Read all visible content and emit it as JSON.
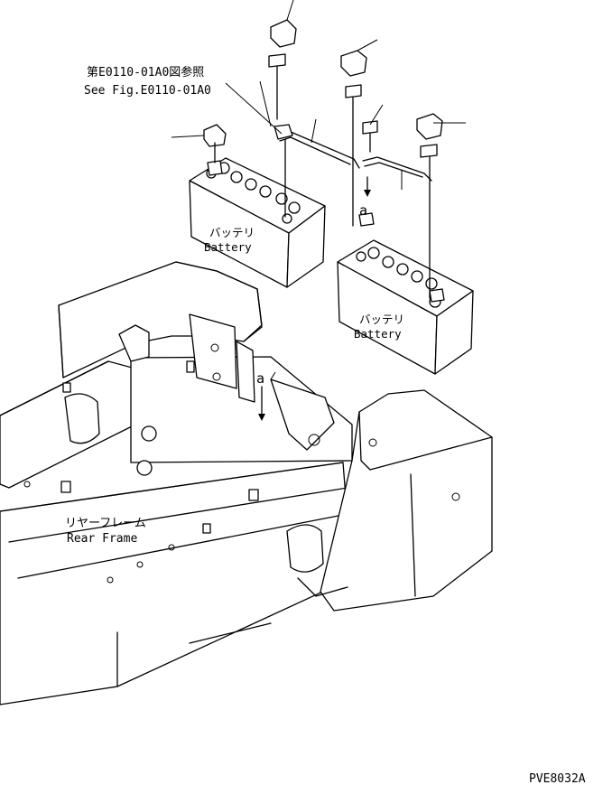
{
  "labels": {
    "ref_jp": "第E0110-01A0図参照",
    "ref_en": "See Fig.E0110-01A0",
    "battery_left_jp": "バッテリ",
    "battery_left_en": "Battery",
    "battery_right_jp": "バッテリ",
    "battery_right_en": "Battery",
    "frame_jp": "リヤーフレーム",
    "frame_en": "Rear Frame",
    "mark_a_top": "a",
    "mark_a_frame": "a",
    "drawing_id": "PVE8032A"
  }
}
